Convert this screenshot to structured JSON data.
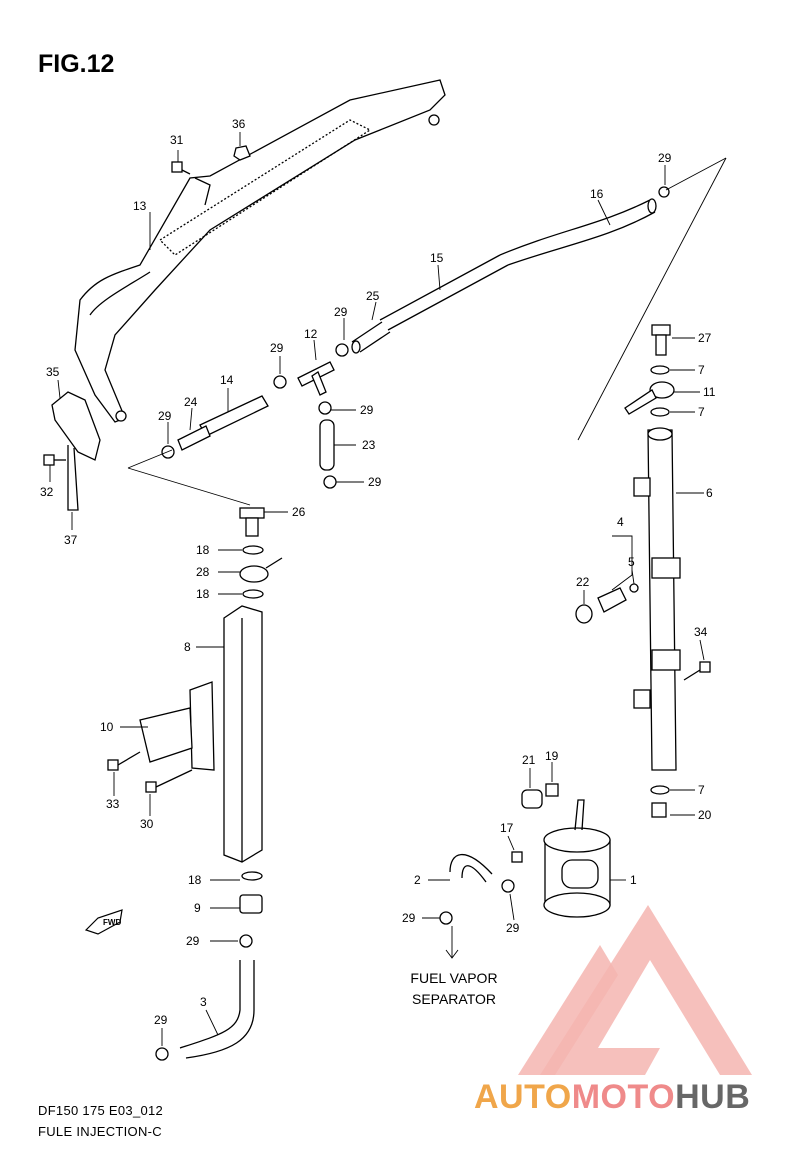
{
  "figure": {
    "title": "FIG.12",
    "model_code": "DF150 175 E03_012",
    "section": "FULE INJECTION-C"
  },
  "callout": {
    "line1": "FUEL VAPOR",
    "line2": "SEPARATOR"
  },
  "fwd_arrow": "FWD",
  "watermark": {
    "part_a": "AUTO",
    "part_b": "MOTO",
    "part_c": "HUB",
    "colors": {
      "logo": "#ef8a8a",
      "auto": "#f0a64a",
      "hub": "#676767"
    }
  },
  "part_numbers": [
    "31",
    "36",
    "13",
    "29",
    "16",
    "15",
    "25",
    "29",
    "12",
    "29",
    "35",
    "24",
    "14",
    "29",
    "27",
    "7",
    "11",
    "7",
    "29",
    "23",
    "29",
    "32",
    "6",
    "37",
    "26",
    "18",
    "4",
    "28",
    "5",
    "22",
    "18",
    "8",
    "34",
    "10",
    "21",
    "19",
    "7",
    "33",
    "20",
    "30",
    "17",
    "2",
    "1",
    "18",
    "9",
    "29",
    "29",
    "29",
    "3",
    "29"
  ]
}
